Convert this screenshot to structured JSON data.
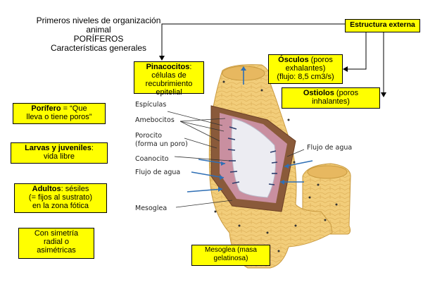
{
  "title": {
    "line1": "Primeros niveles de organización",
    "line2": "animal",
    "line3": "PORÍFEROS",
    "line4": "Características generales"
  },
  "left_boxes": {
    "porifero": {
      "head": "Porífero",
      "rest_a": " = “Que",
      "rest_b": "lleva o tiene poros”"
    },
    "larvas": {
      "head": "Larvas y juveniles",
      "rest_a": ":",
      "rest_b": "vida libre"
    },
    "adultos": {
      "head": "Adultos",
      "rest_a": ": sésiles",
      "rest_b": "(= fijos al sustrato)",
      "rest_c": "en la zona fótica"
    },
    "simetria": {
      "l1": "Con simetría",
      "l2": "radial o",
      "l3": "asimétricas"
    }
  },
  "callouts": {
    "estructura_externa": "Estructura externa",
    "pinacocitos": {
      "head": "Pinacocitos",
      "rest_a": ":",
      "l2": "células de",
      "l3": "recubrimiento",
      "l4": "epitelial"
    },
    "osculos": {
      "head": "Ósculos",
      "rest_a": " (poros",
      "l2": "exhalantes)",
      "l3": "(flujo: 8,5 cm3/s)"
    },
    "ostiolos": {
      "head": "Ostiolos",
      "rest_a": " (poros",
      "l2": "inhalantes)"
    },
    "mesoglea_box": {
      "l1": "Mesoglea (masa",
      "l2": "gelatinosa)"
    }
  },
  "diagram_labels": {
    "espiculas": "Espículas",
    "amebocitos": "Amebocitos",
    "porocito": "Porocito",
    "porocito2": "(forma un poro)",
    "coanocito": "Coanocito",
    "flujo_izq": "Flujo de agua",
    "flujo_der": "Flujo de agua",
    "mesoglea": "Mesoglea"
  },
  "colors": {
    "box_fill": "#ffff00",
    "sponge_fill": "#f2cd7a",
    "sponge_dark": "#d9a94c",
    "arrow_blue": "#2f6fb5"
  }
}
